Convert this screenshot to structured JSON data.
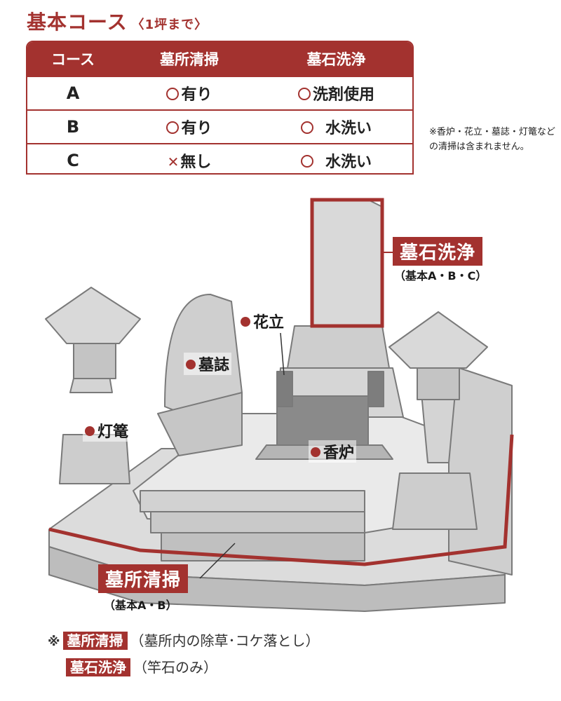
{
  "title": "基本コース",
  "title_sub": "〈1坪まで〉",
  "table": {
    "headers": [
      "コース",
      "墓所清掃",
      "墓石洗浄"
    ],
    "rows": [
      {
        "course": "A",
        "cleaning_mark": "circle",
        "cleaning": "有り",
        "washing_mark": "circle",
        "washing": "洗剤使用"
      },
      {
        "course": "B",
        "cleaning_mark": "circle",
        "cleaning": "有り",
        "washing_mark": "circle",
        "washing": "水洗い"
      },
      {
        "course": "C",
        "cleaning_mark": "cross",
        "cleaning": "無し",
        "washing_mark": "circle",
        "washing": "水洗い"
      }
    ]
  },
  "note": "※香炉・花立・墓誌・灯篭などの清掃は含まれません。",
  "diagram": {
    "labels": {
      "hanatate": "花立",
      "boshi": "墓誌",
      "toro": "灯篭",
      "koro": "香炉"
    },
    "tag_washing": "墓石洗浄",
    "tag_washing_sub": "（基本A・B・C）",
    "tag_cleaning": "墓所清掃",
    "tag_cleaning_sub": "（基本A・B）"
  },
  "legend": {
    "star": "※",
    "items": [
      {
        "chip": "墓所清掃",
        "desc": "（墓所内の除草･コケ落とし）"
      },
      {
        "chip": "墓石洗浄",
        "desc": "（竿石のみ）"
      }
    ]
  },
  "colors": {
    "accent": "#a3322f",
    "stone": "#d9d9d9",
    "stone_dark": "#8f8f8f"
  }
}
